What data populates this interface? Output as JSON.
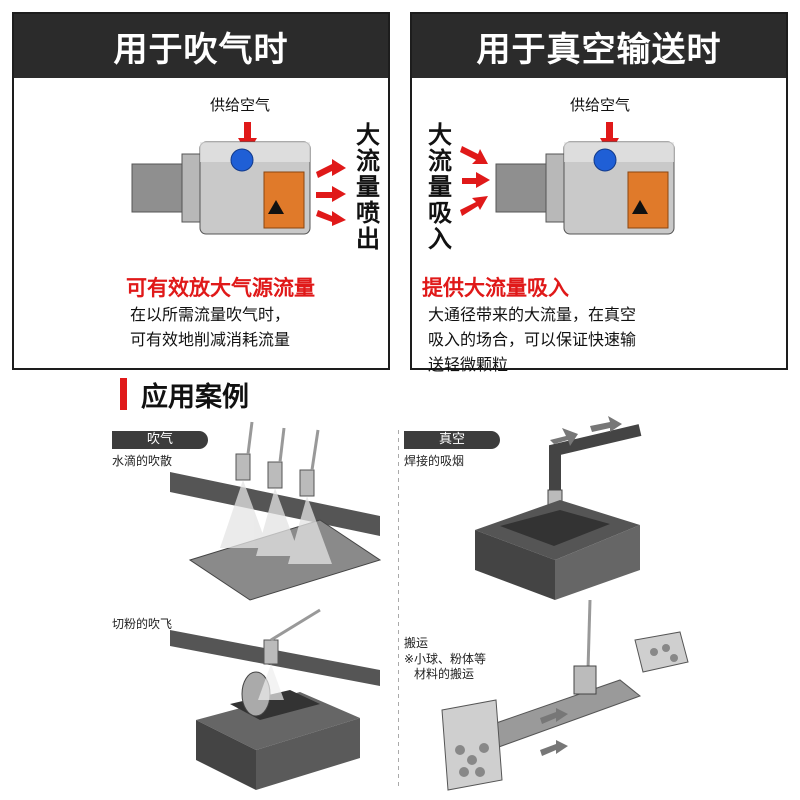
{
  "panels": {
    "left": {
      "title": "用于吹气时",
      "supply_label": "供给空气",
      "flow_label": [
        "大",
        "流",
        "量",
        "喷",
        "出"
      ],
      "subtitle": "可有效放大气源流量",
      "desc": [
        "在以所需流量吹气时，",
        "可有效地削减消耗流量"
      ]
    },
    "right": {
      "title": "用于真空输送时",
      "supply_label": "供给空气",
      "flow_label": [
        "大",
        "流",
        "量",
        "吸",
        "入"
      ],
      "subtitle": "提供大流量吸入",
      "desc": [
        "大通径带来的大流量，在真空",
        "吸入的场合，可以保证快速输",
        "送轻微颗粒"
      ]
    }
  },
  "device_label": "WARNING",
  "section": {
    "title": "应用案例"
  },
  "cases": {
    "blow": {
      "tab": "吹气",
      "items": [
        "水滴的吹散",
        "切粉的吹飞"
      ]
    },
    "vacuum": {
      "tab": "真空",
      "items": [
        "焊接的吸烟",
        "搬运"
      ],
      "note": [
        "※小球、粉体等",
        "材料的搬运"
      ]
    }
  },
  "colors": {
    "accent": "#e01919",
    "dark": "#2b2b2b",
    "fitting": "#1f5fd6"
  }
}
